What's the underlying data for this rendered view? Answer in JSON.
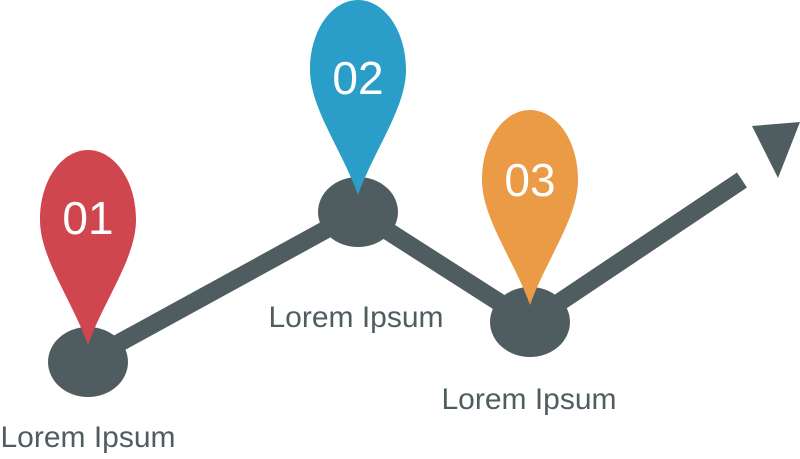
{
  "colors": {
    "path": "#4f5d61",
    "pin_1": "#d0464f",
    "pin_2": "#2a9ec8",
    "pin_3": "#eb9a45",
    "label": "#4f5d61"
  },
  "steps": [
    {
      "number": "01",
      "label": "Lorem Ipsum"
    },
    {
      "number": "02",
      "label": "Lorem Ipsum"
    },
    {
      "number": "03",
      "label": "Lorem Ipsum"
    }
  ],
  "icons": [
    "location-pin-icon",
    "arrow-head-icon"
  ]
}
